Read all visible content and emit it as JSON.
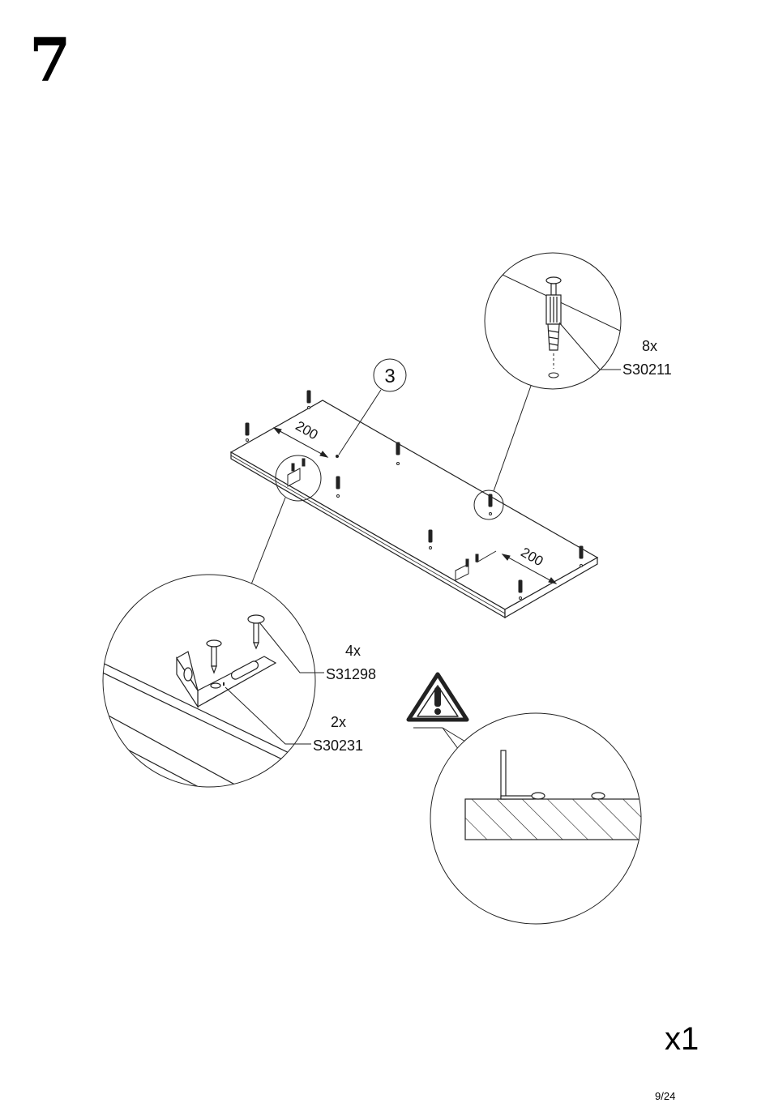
{
  "step": {
    "number": "7"
  },
  "panel": {
    "part_number": "3",
    "dimension_left": "200",
    "dimension_right": "200"
  },
  "hardware": [
    {
      "qty": "8x",
      "code": "S30211"
    },
    {
      "qty": "4x",
      "code": "S31298"
    },
    {
      "qty": "2x",
      "code": "S30231"
    }
  ],
  "quantity": "x1",
  "page": {
    "number": "9/24"
  }
}
